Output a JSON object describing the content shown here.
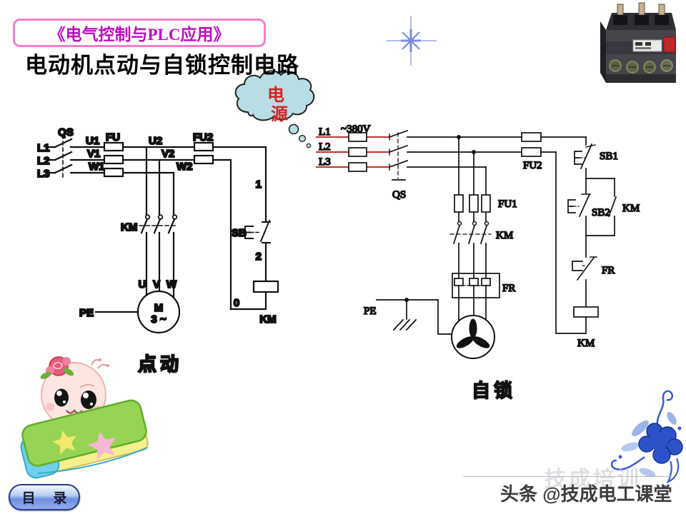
{
  "header": {
    "badge": "《电气控制与PLC应用》",
    "title": "电动机点动与自锁控制电路"
  },
  "cloud": {
    "char1": "电",
    "char2": "源"
  },
  "left_circuit": {
    "caption": "点动",
    "qs": "QS",
    "l1": "L1",
    "l2": "L2",
    "l3": "L3",
    "u1": "U1",
    "v1": "V1",
    "w1": "W1",
    "fu": "FU",
    "u2": "U2",
    "v2": "V2",
    "w2": "W2",
    "fu2": "FU2",
    "km_contacts": "KM",
    "sb": "SB",
    "node1": "1",
    "node2": "2",
    "node0": "0",
    "km_coil": "KM",
    "u": "U",
    "v": "V",
    "w": "W",
    "motor_m": "M",
    "motor_ph": "3 ~",
    "pe": "PE"
  },
  "right_circuit": {
    "caption": "自锁",
    "voltage": "~380V",
    "l1": "L1",
    "l2": "L2",
    "l3": "L3",
    "qs": "QS",
    "fu2": "FU2",
    "fu1": "FU1",
    "km_main": "KM",
    "sb1": "SB1",
    "sb2": "SB2",
    "km_aux": "KM",
    "fr_heater": "FR",
    "fr_contact": "FR",
    "pe": "PE",
    "km_coil": "KM"
  },
  "footer": {
    "menu_button": "目 录",
    "credit": "头条 @技成电工课堂",
    "ghost_watermark": "技成培训"
  },
  "colors": {
    "badge_border": "#f07fd2",
    "badge_text": "#c20ac2",
    "wire_red": "#c43030",
    "cloud_fill": "#b9dde4",
    "cloud_text_red": "#d42222",
    "button_blue": "#6e8fe0",
    "ornament_blue": "#2d52c8",
    "sparkle_blue": "#8b99e8"
  }
}
